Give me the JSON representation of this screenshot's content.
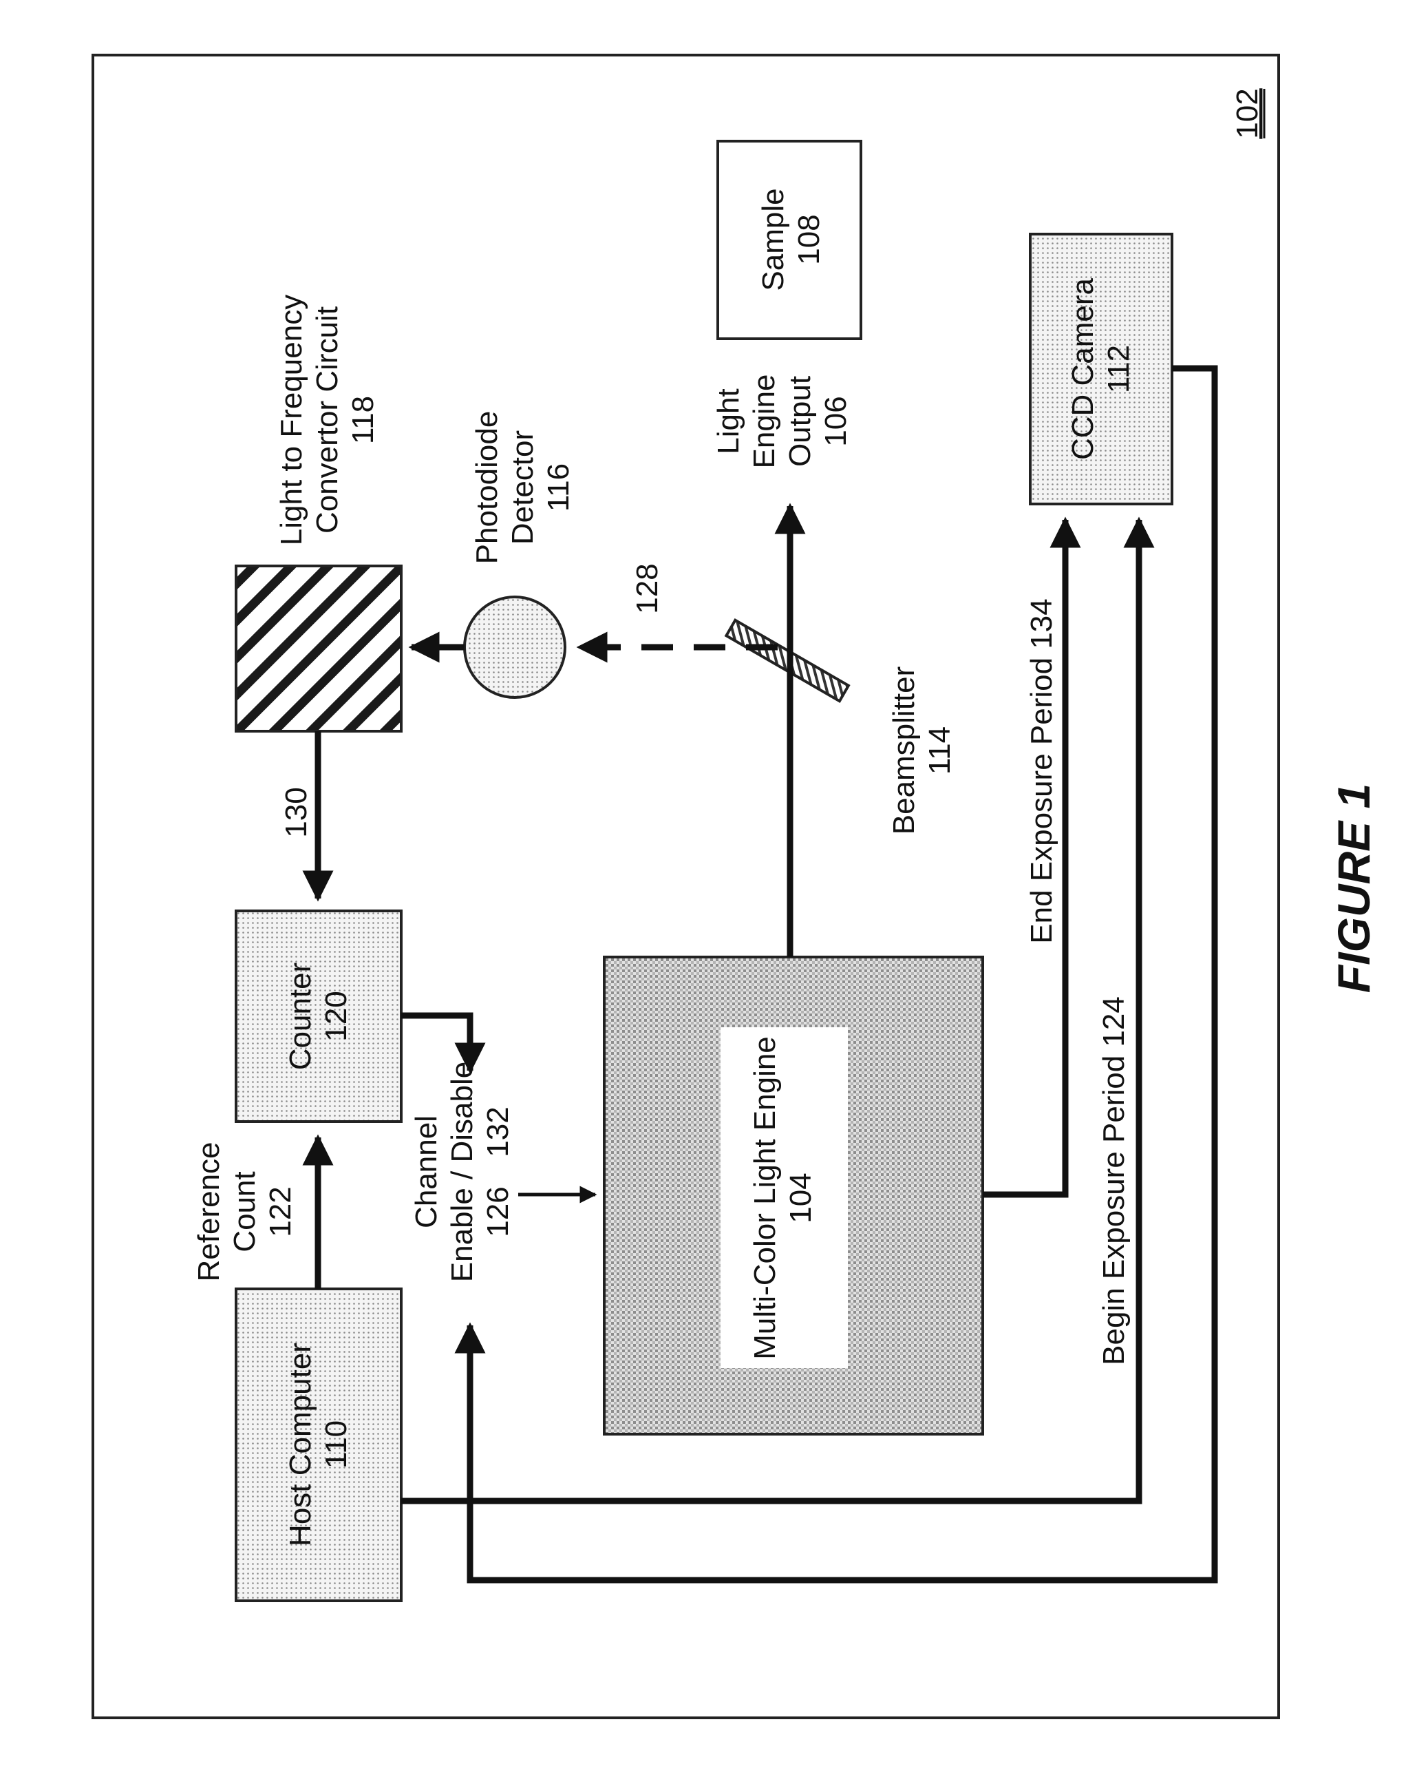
{
  "figure": {
    "ref": "102",
    "caption": "FIGURE 1"
  },
  "blocks": {
    "host_computer": {
      "line1": "Host Computer",
      "line2": "110"
    },
    "counter": {
      "line1": "Counter",
      "line2": "120"
    },
    "light_engine": {
      "line1": "Multi-Color Light Engine",
      "line2": "104"
    },
    "l2f_converter": {
      "line1": "Light to Frequency",
      "line2": "Convertor Circuit",
      "line3": "118"
    },
    "photodiode": {
      "line1": "Photodiode",
      "line2": "Detector",
      "line3": "116"
    },
    "beamsplitter": {
      "line1": "Beamsplitter",
      "line2": "114"
    },
    "sample": {
      "line1": "Sample",
      "line2": "108"
    },
    "ccd_camera": {
      "line1": "CCD Camera",
      "line2": "112"
    }
  },
  "signals": {
    "reference_count": {
      "line1": "Reference",
      "line2": "Count",
      "line3": "122"
    },
    "channel": {
      "line1": "Channel",
      "line2": "Enable / Disable",
      "line3": "126",
      "line3b": "132"
    },
    "light_output": {
      "line1": "Light",
      "line2": "Engine",
      "line3": "Output",
      "line4": "106"
    },
    "beam_128": "128",
    "signal_130": "130",
    "end_exposure": "End Exposure Period 134",
    "begin_exposure": "Begin Exposure Period 124"
  },
  "colors": {
    "line": "#111111",
    "dotted_fill": "#e6e6e6",
    "engine_fill": "#cfcfcf"
  }
}
